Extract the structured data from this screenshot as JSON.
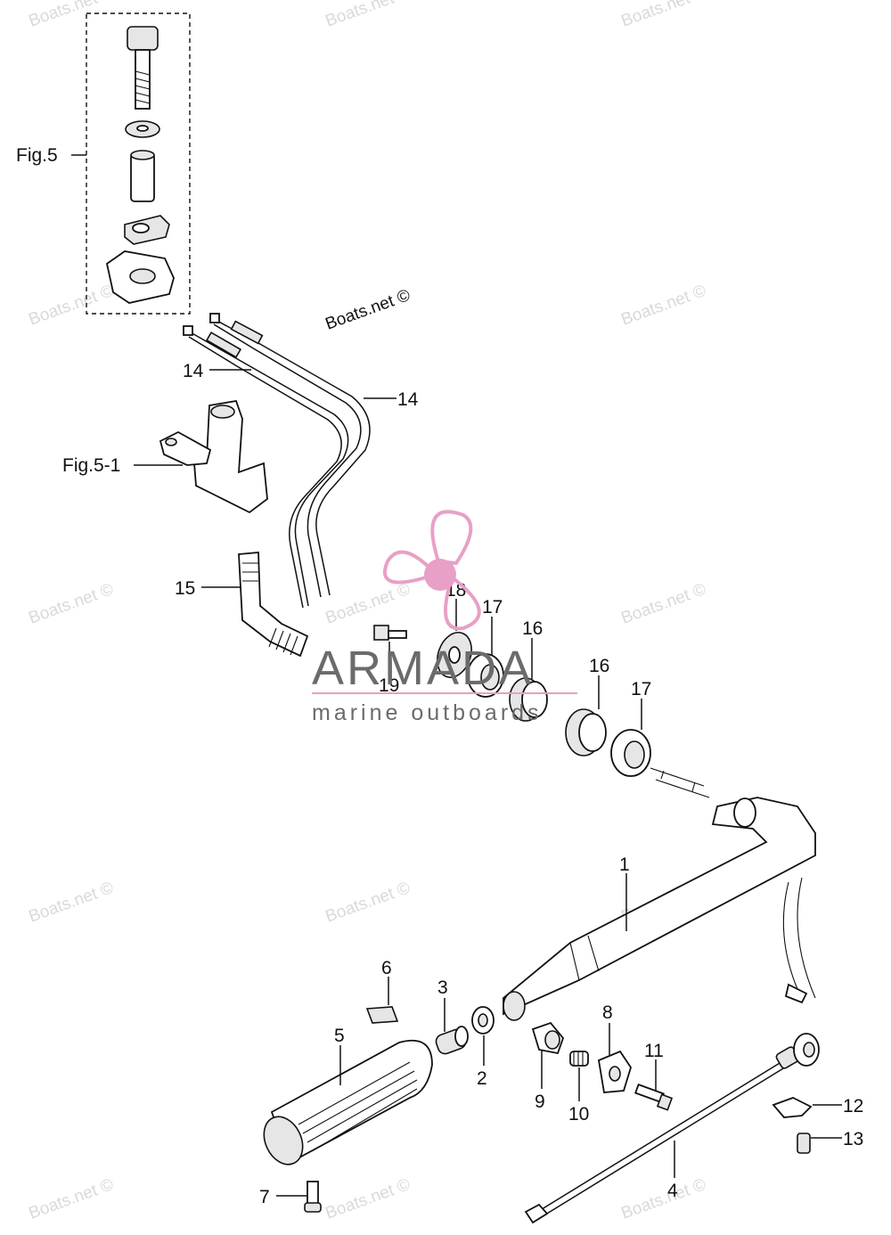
{
  "credit": "Boats.net ©",
  "watermark_text": "Boats.net ©",
  "brand": {
    "name": "ARMADA",
    "tagline": "marine outboards",
    "accent_color": "#e8a0c6",
    "text_color": "#6b6b6b"
  },
  "figure_refs": {
    "fig5": "Fig.5",
    "fig5_1": "Fig.5-1"
  },
  "callouts": {
    "p1": "1",
    "p2": "2",
    "p3": "3",
    "p4": "4",
    "p5": "5",
    "p6": "6",
    "p7": "7",
    "p8": "8",
    "p9": "9",
    "p10": "10",
    "p11": "11",
    "p12": "12",
    "p13": "13",
    "p14a": "14",
    "p14b": "14",
    "p15": "15",
    "p16a": "16",
    "p16b": "16",
    "p17a": "17",
    "p17b": "17",
    "p18": "18",
    "p19": "19"
  }
}
